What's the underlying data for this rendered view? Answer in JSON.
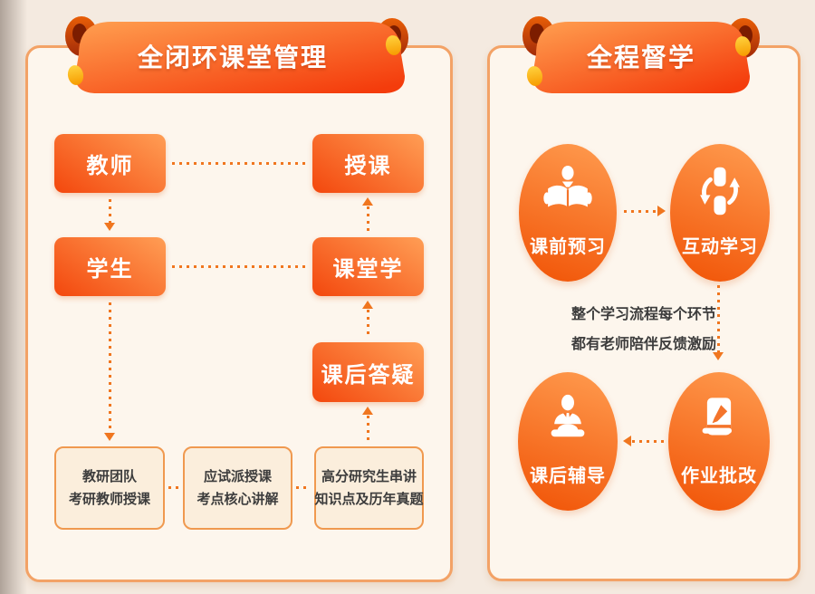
{
  "left_panel": {
    "title": "全闭环课堂管理",
    "nodes": {
      "teacher": "教师",
      "lecture": "授课",
      "student": "学生",
      "classroom": "课堂学",
      "qa": "课后答疑"
    },
    "detail_boxes": [
      {
        "line1": "教研团队",
        "line2": "考研教师授课"
      },
      {
        "line1": "应试派授课",
        "line2": "考点核心讲解"
      },
      {
        "line1": "高分研究生串讲",
        "line2": "知识点及历年真题"
      }
    ]
  },
  "right_panel": {
    "title": "全程督学",
    "steps": {
      "preview": {
        "label": "课前预习",
        "icon": "reading-book-icon"
      },
      "interactive": {
        "label": "互动学习",
        "icon": "sync-cards-icon"
      },
      "tutoring": {
        "label": "课后辅导",
        "icon": "teacher-podium-icon"
      },
      "grading": {
        "label": "作业批改",
        "icon": "notebook-pencil-icon"
      }
    },
    "note": {
      "line1": "整个学习流程每个环节",
      "line2": "都有老师陪伴反馈激励"
    }
  },
  "colors": {
    "page_background": "#F4EAE0",
    "panel_background": "#FDF6ED",
    "panel_border": "#F3A266",
    "ribbon_gradient_start": "#FF9F50",
    "ribbon_gradient_end": "#F43C0C",
    "node_gradient_start": "#FF9E55",
    "node_gradient_end": "#F3470D",
    "gold_dot": "#FFC824",
    "connector_orange": "#F0761F",
    "text_dark": "#3C3C3C"
  }
}
